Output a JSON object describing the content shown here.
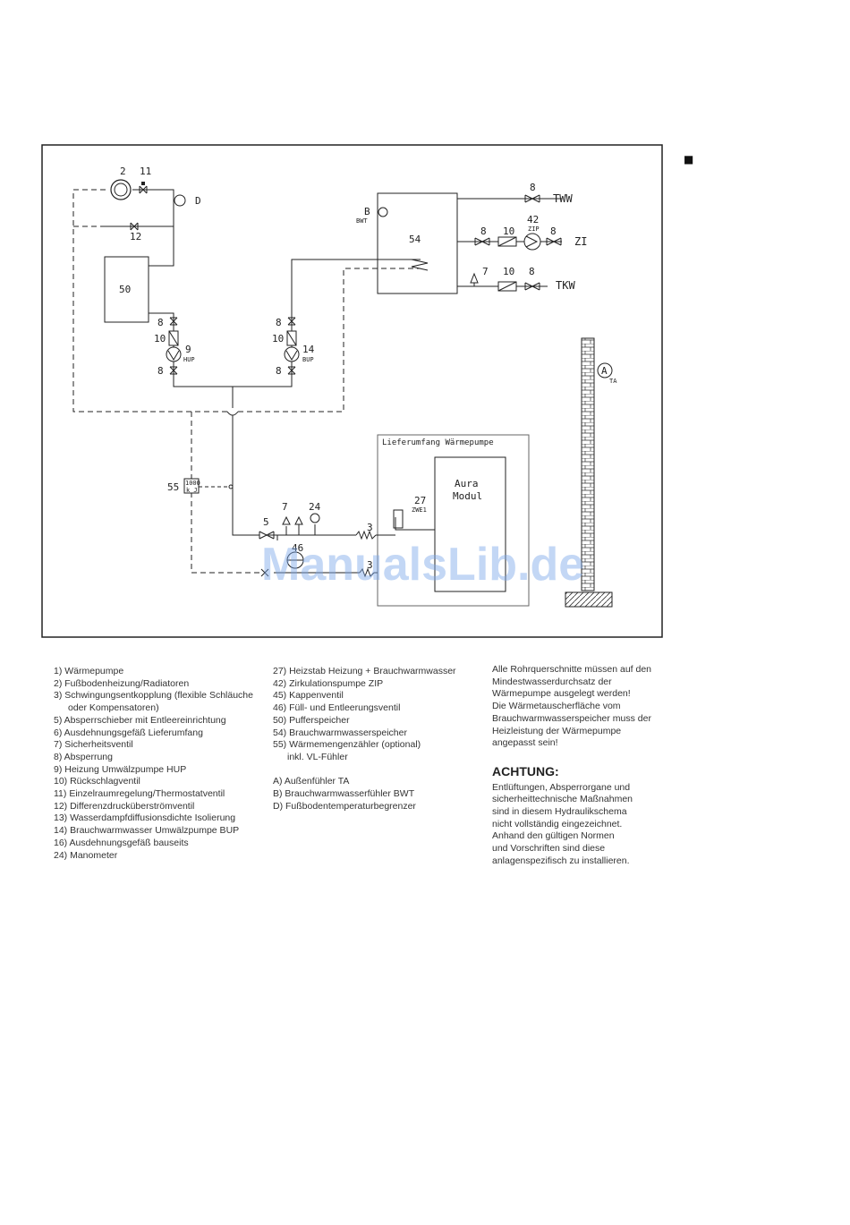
{
  "diagram": {
    "labels": {
      "n2": "2",
      "n11": "11",
      "d": "D",
      "n12": "12",
      "n50": "50",
      "n8a": "8",
      "n10a": "10",
      "n9": "9",
      "hup": "HUP",
      "n8b": "8",
      "n8c": "8",
      "n10b": "10",
      "n14": "14",
      "bup": "BUP",
      "n8d": "8",
      "b": "B",
      "bwt": "BWT",
      "n54": "54",
      "n8e": "8",
      "tww": "TWW",
      "n8f": "8",
      "n10c": "10",
      "n42": "42",
      "zip": "ZIP",
      "n8g": "8",
      "zi": "ZI",
      "n7a": "7",
      "n10d": "10",
      "n8h": "8",
      "tkw": "TKW",
      "ta_circle": "A",
      "ta": "TA",
      "n55": "55",
      "meter_top": "1000",
      "meter_bot": "k J",
      "n7b": "7",
      "n24": "24",
      "n5": "5",
      "n3a": "3",
      "n46": "46",
      "n3b": "3",
      "supply_scope": "Lieferumfang Wärmepumpe",
      "n27": "27",
      "zwe1": "ZWE1",
      "module_line1": "Aura",
      "module_line2": "Modul"
    },
    "watermark": "ManualsLib.de",
    "corner_mark": "■"
  },
  "legend": {
    "column1": [
      "1) Wärmepumpe",
      "2) Fußbodenheizung/Radiatoren",
      "3) Schwingungsentkopplung (flexible Schläuche",
      "oder Kompensatoren)",
      "5) Absperrschieber mit Entleereinrichtung",
      "6) Ausdehnungsgefäß Lieferumfang",
      "7) Sicherheitsventil",
      "8) Absperrung",
      "9) Heizung Umwälzpumpe HUP",
      "10) Rückschlagventil",
      "11) Einzelraumregelung/Thermostatventil",
      "12) Differenzdrucküberströmventil",
      "13) Wasserdampfdiffusionsdichte Isolierung",
      "14) Brauchwarmwasser Umwälzpumpe BUP",
      "16) Ausdehnungsgefäß bauseits",
      "24) Manometer"
    ],
    "column2": [
      "27) Heizstab Heizung + Brauchwarmwasser",
      "42) Zirkulationspumpe ZIP",
      "45) Kappenventil",
      "46) Füll- und Entleerungsventil",
      "50) Pufferspeicher",
      "54) Brauchwarmwasserspeicher",
      "55) Wärmemengenzähler (optional)",
      "inkl. VL-Fühler"
    ],
    "column2b": [
      "A) Außenfühler TA",
      "B) Brauchwarmwasserfühler BWT",
      "D) Fußbodentemperaturbegrenzer"
    ],
    "note": [
      "Alle Rohrquerschnitte müssen auf den",
      "Mindestwasserdurchsatz der",
      "Wärmepumpe ausgelegt werden!",
      "Die Wärmetauscherfläche vom",
      "Brauchwarmwasserspeicher muss der",
      "Heizleistung der Wärmepumpe",
      "angepasst sein!"
    ],
    "warning_title": "ACHTUNG:",
    "warning": [
      "Entlüftungen, Absperrorgane und",
      "sicherheittechnische Maßnahmen",
      "sind in diesem Hydraulikschema",
      "nicht vollständig eingezeichnet.",
      "Anhand den gültigen Normen",
      "und Vorschriften sind diese",
      "anlagenspezifisch zu installieren."
    ]
  }
}
